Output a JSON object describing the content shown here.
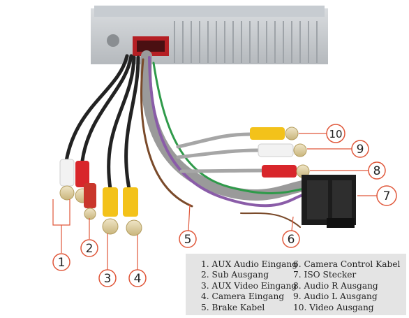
{
  "callouts": [
    {
      "num": "1"
    },
    {
      "num": "2"
    },
    {
      "num": "3"
    },
    {
      "num": "4"
    },
    {
      "num": "5"
    },
    {
      "num": "6"
    },
    {
      "num": "7"
    },
    {
      "num": "8"
    },
    {
      "num": "9"
    },
    {
      "num": "10"
    }
  ],
  "legend": {
    "left": [
      "1. AUX Audio Eingang",
      "2. Sub Ausgang",
      "3. AUX Video Eingang",
      "4. Camera Eingang",
      "5. Brake Kabel"
    ],
    "right": [
      "6. Camera Control Kabel",
      "7. ISO Stecker",
      "8. Audio R Ausgang",
      "9. Audio L Ausgang",
      "10. Video Ausgang"
    ]
  },
  "colors": {
    "callout_line": "#e0573a",
    "connector_red": "#d8262b",
    "connector_white": "#f2f2f2",
    "connector_yellow": "#f3c21a",
    "iso_connector": "#1c1c1c",
    "wire_gray": "#9a9a9a",
    "wire_black": "#222222",
    "wire_purple": "#8a5ca8",
    "wire_brown": "#7a4a2a"
  }
}
